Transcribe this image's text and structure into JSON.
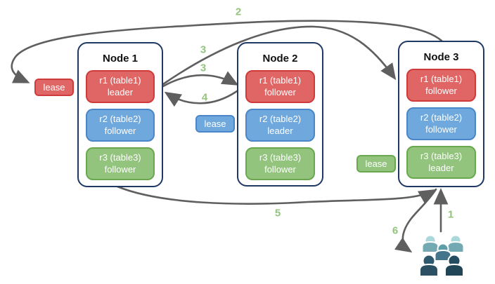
{
  "diagram": {
    "nodes": [
      {
        "title": "Node 1",
        "replicas": [
          {
            "label": "r1 (table1)",
            "role": "leader",
            "color": "red"
          },
          {
            "label": "r2 (table2)",
            "role": "follower",
            "color": "blue"
          },
          {
            "label": "r3 (table3)",
            "role": "follower",
            "color": "green"
          }
        ]
      },
      {
        "title": "Node 2",
        "replicas": [
          {
            "label": "r1 (table1)",
            "role": "follower",
            "color": "red"
          },
          {
            "label": "r2 (table2)",
            "role": "leader",
            "color": "blue"
          },
          {
            "label": "r3 (table3)",
            "role": "follower",
            "color": "green"
          }
        ]
      },
      {
        "title": "Node 3",
        "replicas": [
          {
            "label": "r1 (table1)",
            "role": "follower",
            "color": "red"
          },
          {
            "label": "r2 (table2)",
            "role": "follower",
            "color": "blue"
          },
          {
            "label": "r3 (table3)",
            "role": "leader",
            "color": "green"
          }
        ]
      }
    ],
    "leases": {
      "red": "lease",
      "blue": "lease",
      "green": "lease"
    },
    "steps": {
      "s1": "1",
      "s2": "2",
      "s3a": "3",
      "s3b": "3",
      "s4": "4",
      "s5": "5",
      "s6": "6"
    },
    "icons": {
      "users": "users-group-icon"
    },
    "colors": {
      "red_fill": "#e06666",
      "red_border": "#cf3a3a",
      "blue_fill": "#6fa8dc",
      "blue_border": "#4a86c8",
      "green_fill": "#93c47d",
      "green_border": "#6aa84f",
      "node_border": "#1f3864",
      "arrow": "#5f5f5f",
      "step_label": "#93c47d"
    }
  }
}
